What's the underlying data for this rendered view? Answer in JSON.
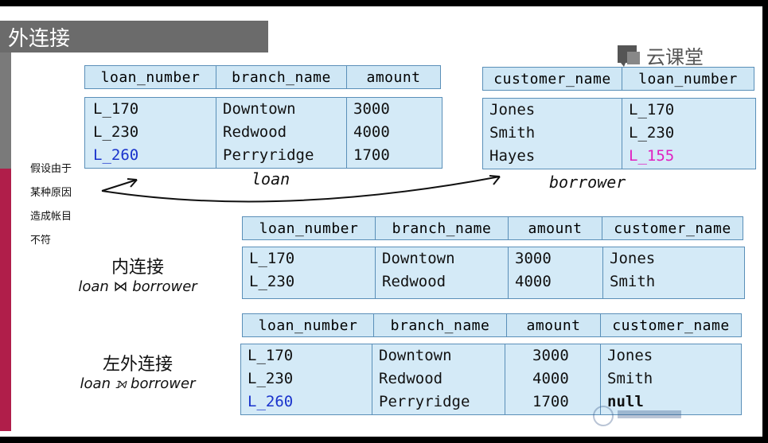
{
  "title": "外连接",
  "logo": {
    "text": "云课堂",
    "icon": "cloud-classroom-icon"
  },
  "note": [
    "假设由于",
    "某种原因",
    "造成帐目",
    "不符"
  ],
  "loan": {
    "caption": "loan",
    "headers": [
      "loan_number",
      "branch_name",
      "amount"
    ],
    "rows": [
      [
        "L_170",
        "Downtown",
        "3000"
      ],
      [
        "L_230",
        "Redwood",
        "4000"
      ],
      [
        "L_260",
        "Perryridge",
        "1700"
      ]
    ]
  },
  "borrower": {
    "caption": "borrower",
    "headers": [
      "customer_name",
      "loan_number"
    ],
    "rows": [
      [
        "Jones",
        "L_170"
      ],
      [
        "Smith",
        "L_230"
      ],
      [
        "Hayes",
        "L_155"
      ]
    ]
  },
  "inner": {
    "label_cn": "内连接",
    "label_expr": "loan ⋈ borrower",
    "headers": [
      "loan_number",
      "branch_name",
      "amount",
      "customer_name"
    ],
    "rows": [
      [
        "L_170",
        "Downtown",
        "3000",
        "Jones"
      ],
      [
        "L_230",
        "Redwood",
        "4000",
        "Smith"
      ]
    ]
  },
  "left": {
    "label_cn": "左外连接",
    "label_expr": "loan ⟕ borrower",
    "headers": [
      "loan_number",
      "branch_name",
      "amount",
      "customer_name"
    ],
    "rows": [
      [
        "L_170",
        "Downtown",
        "3000",
        "Jones"
      ],
      [
        "L_230",
        "Redwood",
        "4000",
        "Smith"
      ],
      [
        "L_260",
        "Perryridge",
        "1700",
        "null"
      ]
    ]
  },
  "colors": {
    "title_bg": "#6b6b6b",
    "accent_red": "#b01e4a",
    "header_bg": "#cfe7f5",
    "body_bg": "#d4eaf7",
    "highlight_blue": "#1a33cc",
    "highlight_magenta": "#e020c0"
  }
}
